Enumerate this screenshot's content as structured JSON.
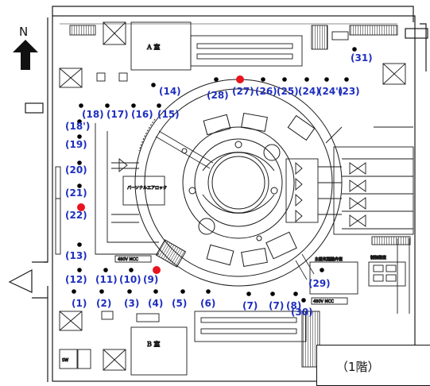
{
  "floor_label": "（1階）",
  "north_label": "N",
  "rooms": {
    "room_a": "A 室",
    "room_b": "B 室"
  },
  "equipment_labels": {
    "personnel_airlock": "パーソナルエアロック",
    "mcc_a": "480V MCC",
    "mcc_b": "480V MCC",
    "valve_panel": "主蒸気隔離弁室",
    "rx_panel": "制御盤室"
  },
  "points": [
    {
      "id": "p1",
      "label": "(1)",
      "marker": "dot"
    },
    {
      "id": "p2",
      "label": "(2)",
      "marker": "dot"
    },
    {
      "id": "p3",
      "label": "(3)",
      "marker": "dot"
    },
    {
      "id": "p4",
      "label": "(4)",
      "marker": "dot"
    },
    {
      "id": "p5",
      "label": "(5)",
      "marker": "dot"
    },
    {
      "id": "p6",
      "label": "(6)",
      "marker": "dot"
    },
    {
      "id": "p7a",
      "label": "(7)",
      "marker": "dot"
    },
    {
      "id": "p7b",
      "label": "(7)",
      "marker": "dot"
    },
    {
      "id": "p8",
      "label": "(8)",
      "marker": "dot"
    },
    {
      "id": "p9",
      "label": "(9)",
      "marker": "red"
    },
    {
      "id": "p10",
      "label": "(10)",
      "marker": "dot"
    },
    {
      "id": "p11",
      "label": "(11)",
      "marker": "dot"
    },
    {
      "id": "p12",
      "label": "(12)",
      "marker": "dot"
    },
    {
      "id": "p13",
      "label": "(13)",
      "marker": "dot"
    },
    {
      "id": "p14",
      "label": "(14)",
      "marker": "dot"
    },
    {
      "id": "p15",
      "label": "(15)",
      "marker": "dot"
    },
    {
      "id": "p16",
      "label": "(16)",
      "marker": "dot"
    },
    {
      "id": "p17",
      "label": "(17)",
      "marker": "dot"
    },
    {
      "id": "p18",
      "label": "(18)",
      "marker": "dot"
    },
    {
      "id": "p18b",
      "label": "(18')",
      "marker": "dot"
    },
    {
      "id": "p19",
      "label": "(19)",
      "marker": "dot"
    },
    {
      "id": "p20",
      "label": "(20)",
      "marker": "dot"
    },
    {
      "id": "p21",
      "label": "(21)",
      "marker": "dot"
    },
    {
      "id": "p22",
      "label": "(22)",
      "marker": "red"
    },
    {
      "id": "p23",
      "label": "(23)",
      "marker": "dot"
    },
    {
      "id": "p24a",
      "label": "(24)",
      "marker": "dot"
    },
    {
      "id": "p24b",
      "label": "(24')",
      "marker": "dot"
    },
    {
      "id": "p25",
      "label": "(25)",
      "marker": "dot"
    },
    {
      "id": "p26",
      "label": "(26)",
      "marker": "dot"
    },
    {
      "id": "p27",
      "label": "(27)",
      "marker": "red"
    },
    {
      "id": "p28",
      "label": "(28)",
      "marker": "dot"
    },
    {
      "id": "p29",
      "label": "(29)",
      "marker": "dot"
    },
    {
      "id": "p30",
      "label": "(30)",
      "marker": "dot"
    },
    {
      "id": "p31",
      "label": "(31)",
      "marker": "dot"
    }
  ],
  "colors": {
    "label": "#1f2fbf",
    "red_marker": "#e8141e",
    "dot": "#000000",
    "line": "#1a1a1a"
  }
}
